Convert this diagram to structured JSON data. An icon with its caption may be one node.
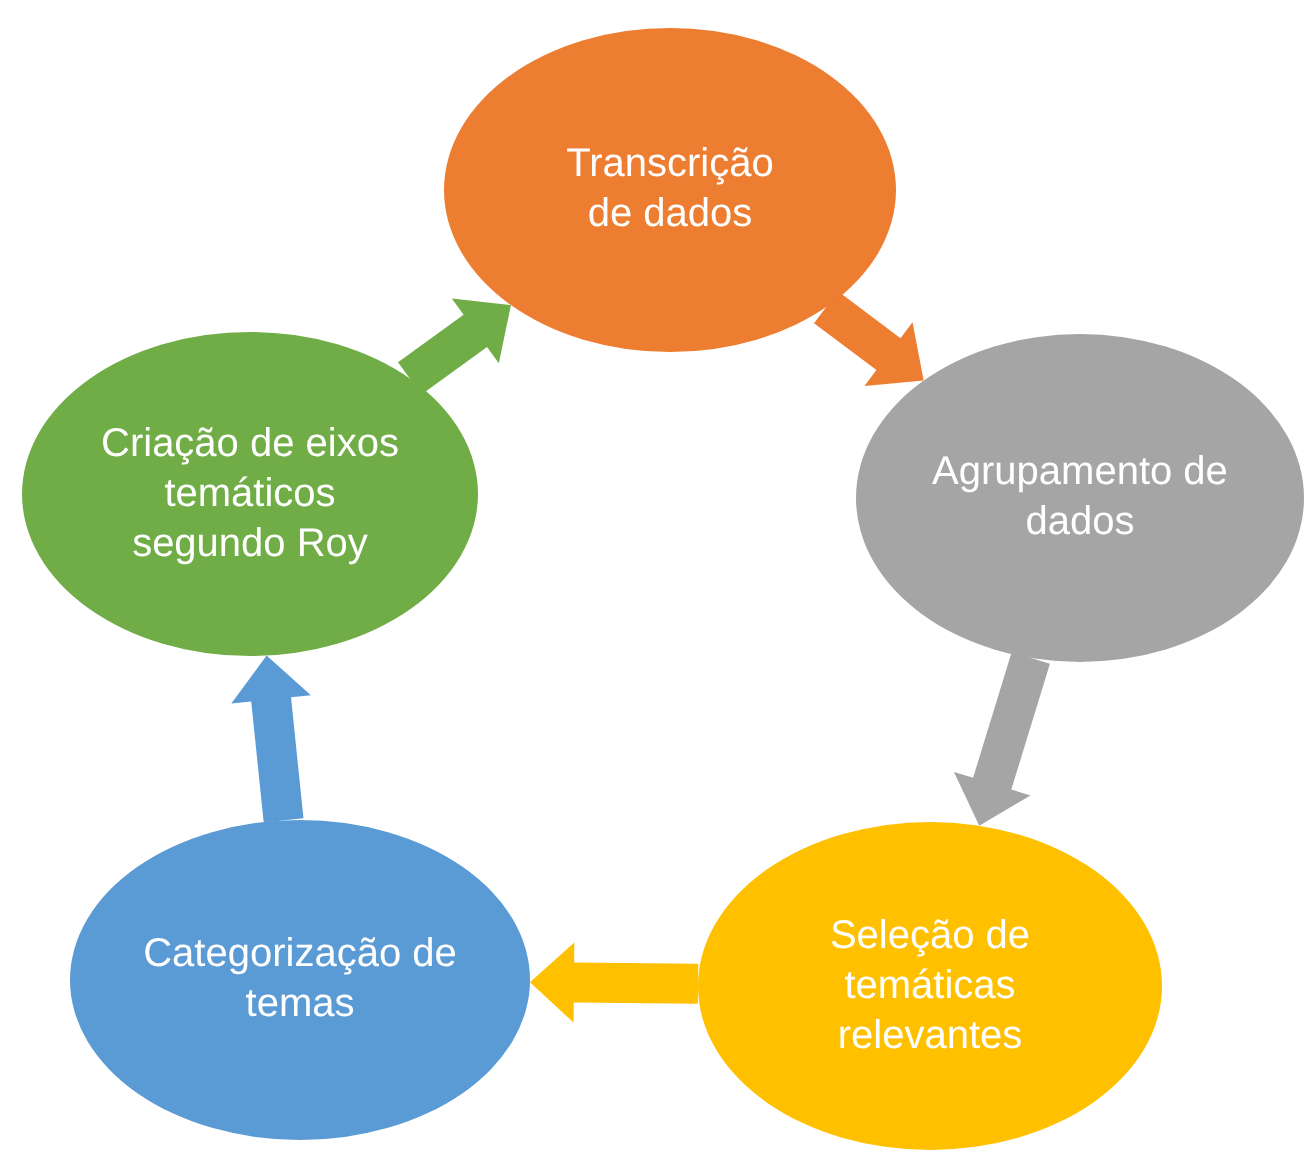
{
  "diagram": {
    "nodes": [
      {
        "text": [
          "Transcrição de dados"
        ]
      },
      {
        "text": [
          "Agrupamento de dados"
        ]
      },
      {
        "text": [
          "Seleção de temáticas relevantes"
        ]
      },
      {
        "text": [
          "Categorização de temas"
        ]
      },
      {
        "text": [
          "Criação de eixos temáticos segundo Roy"
        ]
      }
    ],
    "edges": [
      {
        "from": 0,
        "to": 1,
        "arrow": "to",
        "color": "#ed7d31"
      },
      {
        "from": 1,
        "to": 2,
        "arrow": "to",
        "color": "#a5a5a5"
      },
      {
        "from": 2,
        "to": 3,
        "arrow": "to",
        "color": "#ffc000"
      },
      {
        "from": 3,
        "to": 4,
        "arrow": "to",
        "color": "#5b9bd5"
      },
      {
        "from": 4,
        "to": 0,
        "arrow": "to",
        "color": "#70ad47"
      }
    ]
  }
}
